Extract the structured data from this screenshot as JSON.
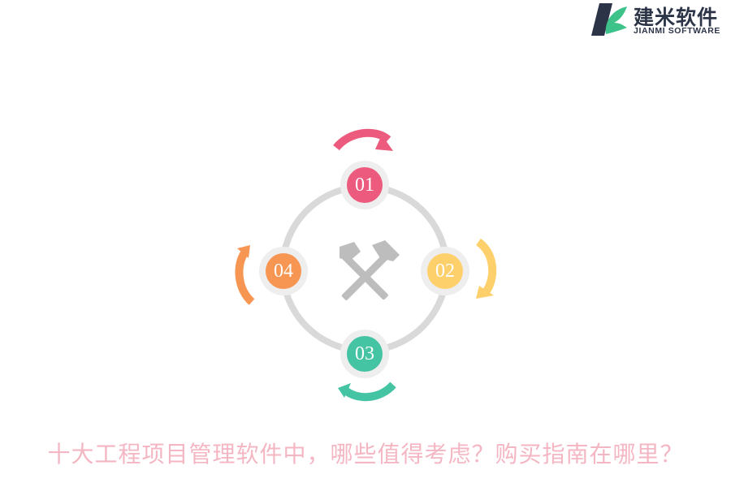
{
  "logo": {
    "name_cn": "建米软件",
    "name_en": "JIANMI SOFTWARE"
  },
  "diagram": {
    "center_icon": "crossed-hammers-icon",
    "nodes": [
      {
        "label": "01",
        "color": "#ec5a7e",
        "arrow": "clockwise-arrow-top"
      },
      {
        "label": "02",
        "color": "#fdd06c",
        "arrow": "clockwise-arrow-right"
      },
      {
        "label": "03",
        "color": "#45c4a4",
        "arrow": "clockwise-arrow-bottom"
      },
      {
        "label": "04",
        "color": "#f79552",
        "arrow": "clockwise-arrow-left"
      }
    ],
    "ring_color": "#d9d9d9",
    "node_halo_color": "#eeeeef",
    "icon_color": "#bdbdbd"
  },
  "title": "十大工程项目管理软件中，哪些值得考虑？购买指南在哪里？"
}
